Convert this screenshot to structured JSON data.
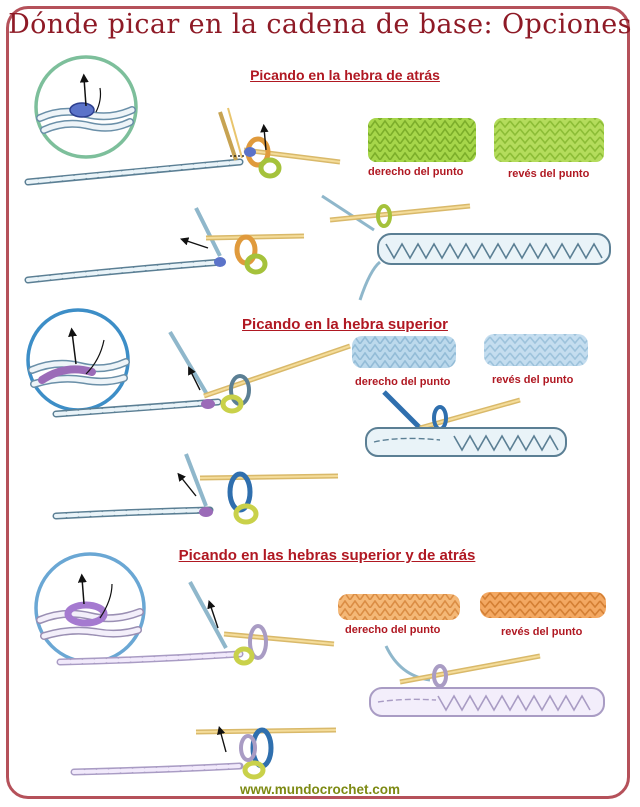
{
  "title": "Dónde picar en la cadena de base: Opciones",
  "sections": [
    {
      "title": "Picando en la hebra de atrás",
      "label_front": "derecho del punto",
      "label_back": "revés del punto"
    },
    {
      "title": "Picando en la hebra superior",
      "label_front": "derecho del punto",
      "label_back": "revés del punto"
    },
    {
      "title": "Picando en las hebras superior y de atrás",
      "label_front": "derecho del punto",
      "label_back": "revés del punto"
    }
  ],
  "footer": "www.mundocrochet.com",
  "colors": {
    "frame": "#b5515a",
    "title": "#8e1a26",
    "heading": "#b01822",
    "footer": "#7d8a13",
    "swatch_section1": "#a6d64a",
    "swatch_section2": "#b9d8ec",
    "swatch_section3": "#f2ad6a",
    "circle_section1": "#7dbf9b",
    "circle_section2": "#3d8ec7",
    "circle_section3": "#6aa7d4"
  }
}
